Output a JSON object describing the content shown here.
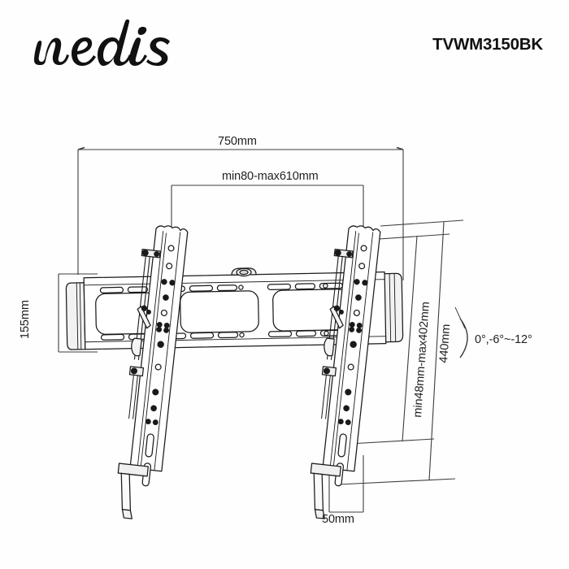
{
  "header": {
    "brand": "nedis",
    "brand_logo_icon": "nedis-script-logo",
    "product_code": "TVWM3150BK"
  },
  "drawing": {
    "title": "tilting-tv-wall-mount-technical-drawing",
    "dimensions": {
      "overall_width": "750mm",
      "vesa_horizontal": "min80-max610mm",
      "plate_height": "155mm",
      "vesa_vertical": "min48mm-max402mm",
      "overall_height": "440mm",
      "wall_depth": "50mm",
      "tilt_angle": "0°,-6°~-12°"
    }
  },
  "colors": {
    "background": "#fefefe",
    "line": "#1a1a1a",
    "dimension_line": "#4a4a4a",
    "fill": "#ffffff",
    "shade": "#e8e8e8"
  }
}
